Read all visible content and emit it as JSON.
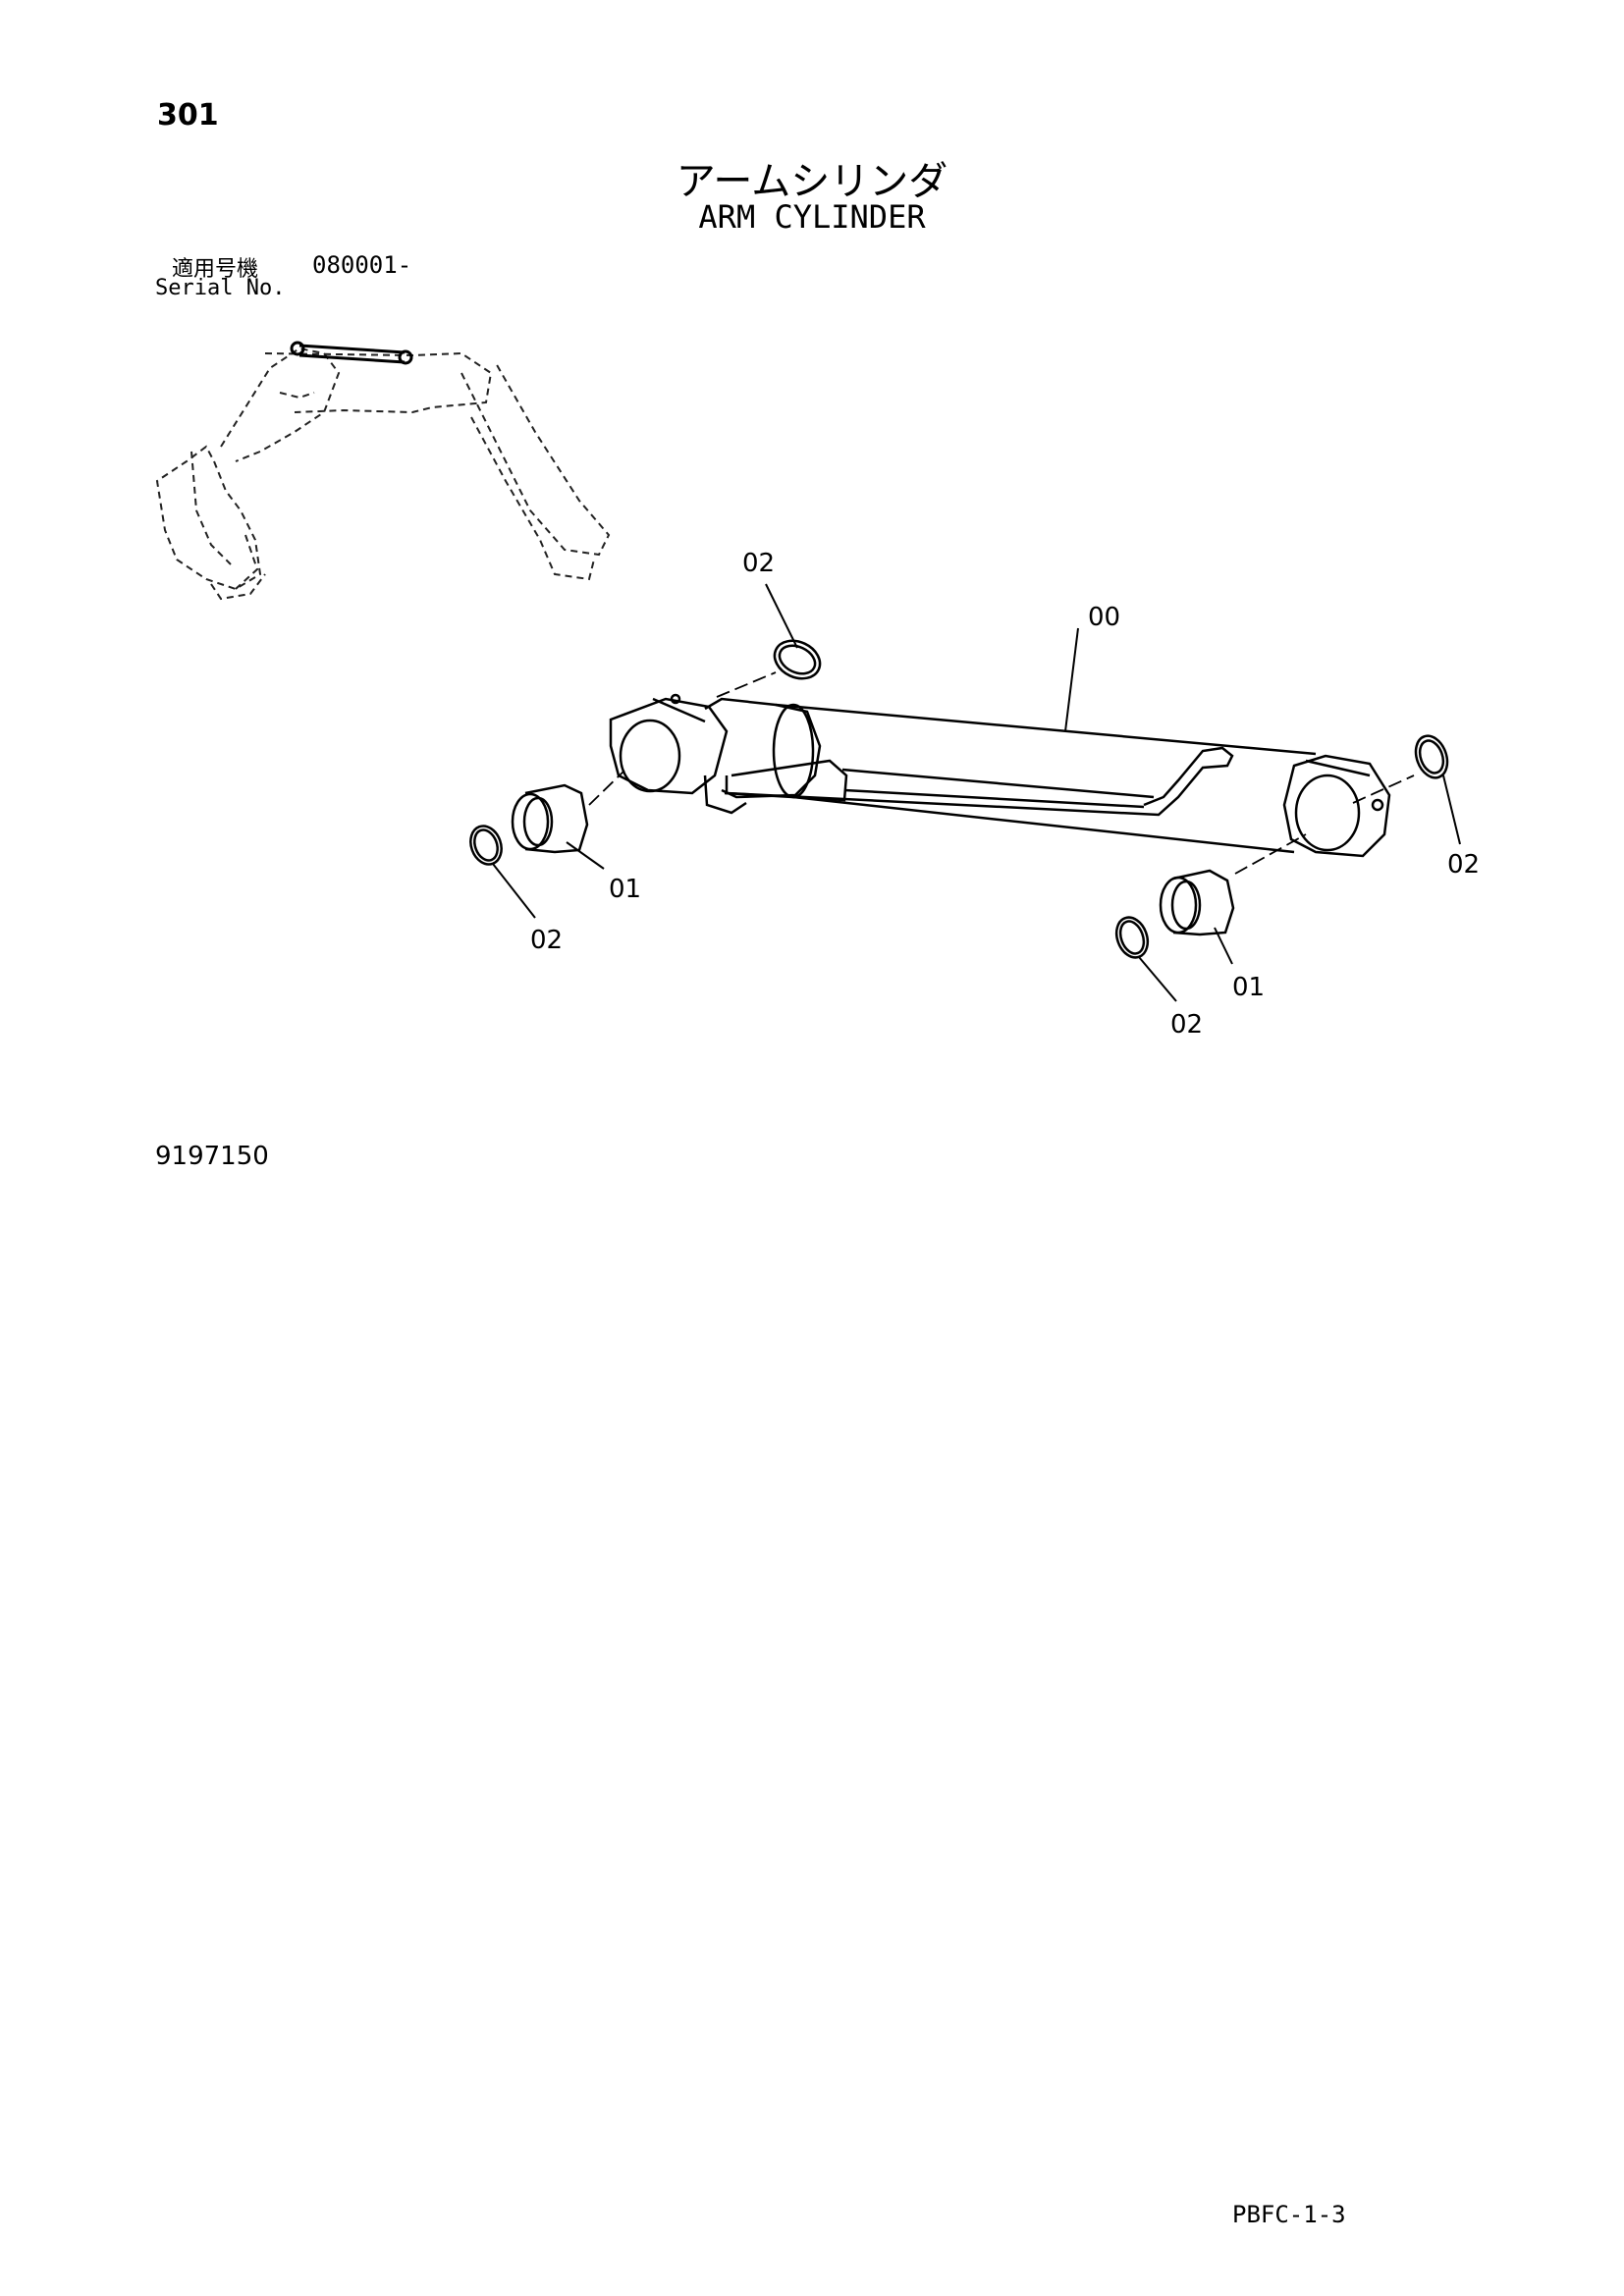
{
  "page": {
    "number": "301",
    "title_jp": "アームシリンダ",
    "title_en": "ARM CYLINDER",
    "serial_label_jp": "適用号機",
    "serial_value": "080001-",
    "serial_label_en": "Serial No.",
    "drawing_number": "9197150",
    "sheet_code": "PBFC-1-3"
  },
  "callouts": {
    "c00": "00",
    "c01_left": "01",
    "c01_right": "01",
    "c02_top": "02",
    "c02_left": "02",
    "c02_right": "02",
    "c02_bottom": "02"
  }
}
